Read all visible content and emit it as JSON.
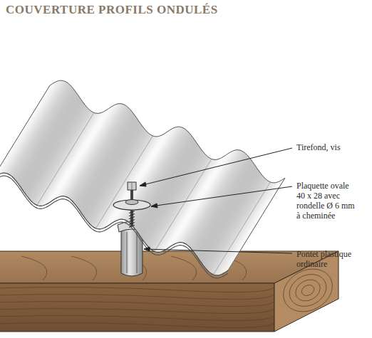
{
  "diagram": {
    "title": "COUVERTURE PROFILS ONDULÉS",
    "labels": [
      "Tirefond, vis",
      "Plaquette ovale 40 x 28 avec rondelle Ø 6 mm à cheminée",
      "Pontet plastique ordinaire"
    ]
  }
}
